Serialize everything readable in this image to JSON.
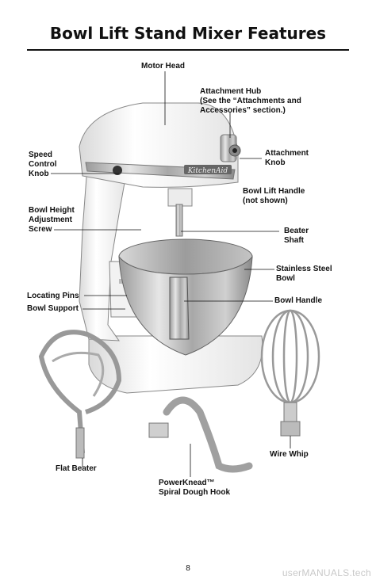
{
  "title": "Bowl Lift Stand Mixer Features",
  "labels": {
    "motor_head": "Motor Head",
    "attachment_hub": "Attachment Hub\n(See the “Attachments and\nAccessories” section.)",
    "attachment_knob": "Attachment\nKnob",
    "speed_control_knob": "Speed\nControl\nKnob",
    "bowl_lift_handle": "Bowl Lift Handle\n(not shown)",
    "bowl_height_screw": "Bowl Height\nAdjustment\nScrew",
    "beater_shaft": "Beater\nShaft",
    "stainless_steel_bowl": "Stainless Steel\nBowl",
    "locating_pins": "Locating Pins",
    "bowl_handle": "Bowl Handle",
    "bowl_support": "Bowl Support",
    "flat_beater": "Flat Beater",
    "wire_whip": "Wire Whip",
    "spiral_dough_hook": "PowerKnead™\nSpiral Dough Hook"
  },
  "brand_badge": "KitchenAid",
  "page_number": "8",
  "watermark": "userMANUALS.tech"
}
